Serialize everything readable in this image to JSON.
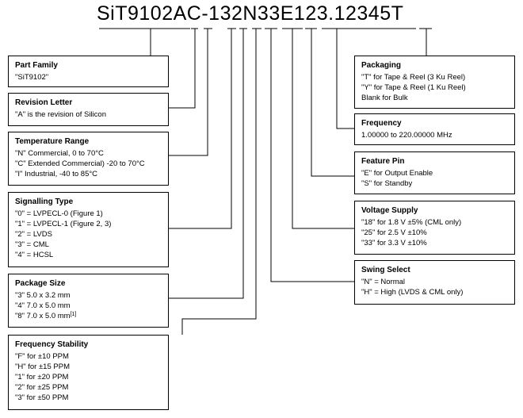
{
  "part_number": "SiT9102AC-132N33E123.12345T",
  "left_boxes": [
    {
      "title": "Part Family",
      "lines": [
        "\"SiT9102\""
      ]
    },
    {
      "title": "Revision Letter",
      "lines": [
        "\"A\" is the revision of Silicon"
      ]
    },
    {
      "title": "Temperature Range",
      "lines": [
        "\"N\"  Commercial, 0 to 70°C",
        "\"C\"  Extended Commercial) -20 to 70°C",
        "\"I\"  Industrial, -40 to 85°C"
      ]
    },
    {
      "title": "Signalling Type",
      "lines": [
        "\"0\" = LVPECL-0 (Figure 1)",
        "\"1\" = LVPECL-1 (Figure 2, 3)",
        "\"2\" = LVDS",
        "\"3\" = CML",
        "\"4\" = HCSL"
      ]
    },
    {
      "title": "Package Size",
      "lines": [
        "\"3\" 5.0 x 3.2 mm",
        "\"4\" 7.0 x 5.0 mm",
        "\"8\" 7.0 x 5.0 mm"
      ],
      "note": "[1]"
    },
    {
      "title": "Frequency Stability",
      "lines": [
        "\"F\" for ±10 PPM",
        "\"H\" for ±15 PPM",
        "\"1\" for ±20 PPM",
        "\"2\" for ±25 PPM",
        "\"3\" for ±50 PPM"
      ]
    }
  ],
  "right_boxes": [
    {
      "title": "Packaging",
      "lines": [
        "\"T\" for Tape & Reel (3 Ku Reel)",
        "\"Y\" for Tape & Reel (1 Ku Reel)",
        "Blank for Bulk"
      ]
    },
    {
      "title": "Frequency",
      "lines": [
        "1.00000 to 220.00000 MHz"
      ]
    },
    {
      "title": "Feature Pin",
      "lines": [
        "\"E\" for Output Enable",
        "\"S\" for Standby"
      ]
    },
    {
      "title": "Voltage Supply",
      "lines": [
        "\"18\" for 1.8 V ±5% (CML only)",
        "\"25\" for 2.5 V ±10%",
        "\"33\" for 3.3 V ±10%"
      ]
    },
    {
      "title": "Swing Select",
      "lines": [
        "\"N\" = Normal",
        " \"H\" = High (LVDS & CML only)"
      ]
    }
  ]
}
